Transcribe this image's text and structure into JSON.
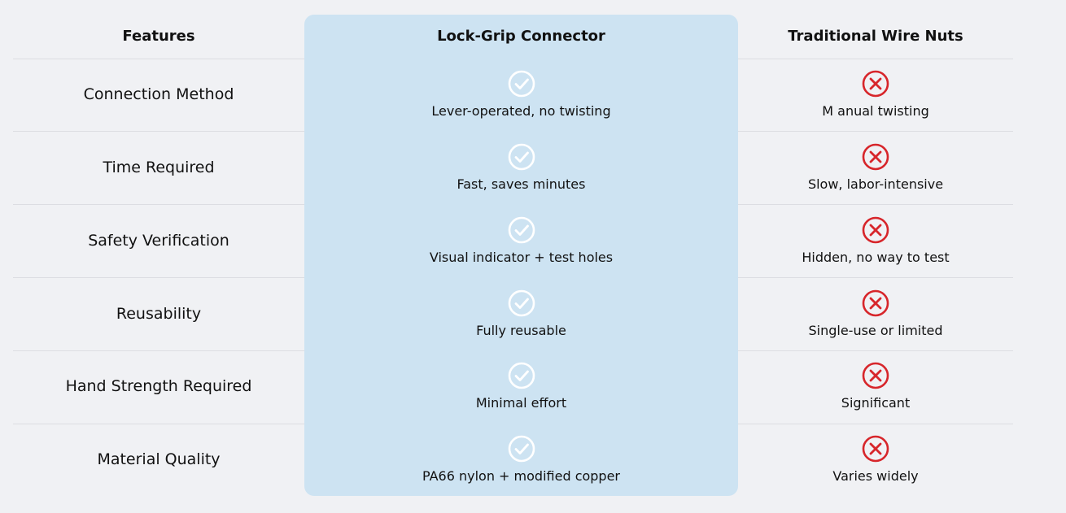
{
  "headers": {
    "features": "Features",
    "lock_grip": "Lock-Grip Connector",
    "traditional": "Traditional Wire Nuts"
  },
  "colors": {
    "highlight": "#cde3f2",
    "check": "#ffffff",
    "cross": "#d7262b"
  },
  "rows": [
    {
      "feature": "Connection Method",
      "lock_grip": "Lever-operated, no twisting",
      "traditional": "M anual twisting"
    },
    {
      "feature": "Time Required",
      "lock_grip": "Fast, saves minutes",
      "traditional": "Slow, labor-intensive"
    },
    {
      "feature": "Safety Verification",
      "lock_grip": "Visual indicator + test holes",
      "traditional": "Hidden, no way to test"
    },
    {
      "feature": "Reusability",
      "lock_grip": "Fully reusable",
      "traditional": "Single-use or limited"
    },
    {
      "feature": "Hand Strength Required",
      "lock_grip": "Minimal effort",
      "traditional": "Significant"
    },
    {
      "feature": "Material Quality",
      "lock_grip": "PA66 nylon + modified copper",
      "traditional": "Varies widely"
    }
  ]
}
